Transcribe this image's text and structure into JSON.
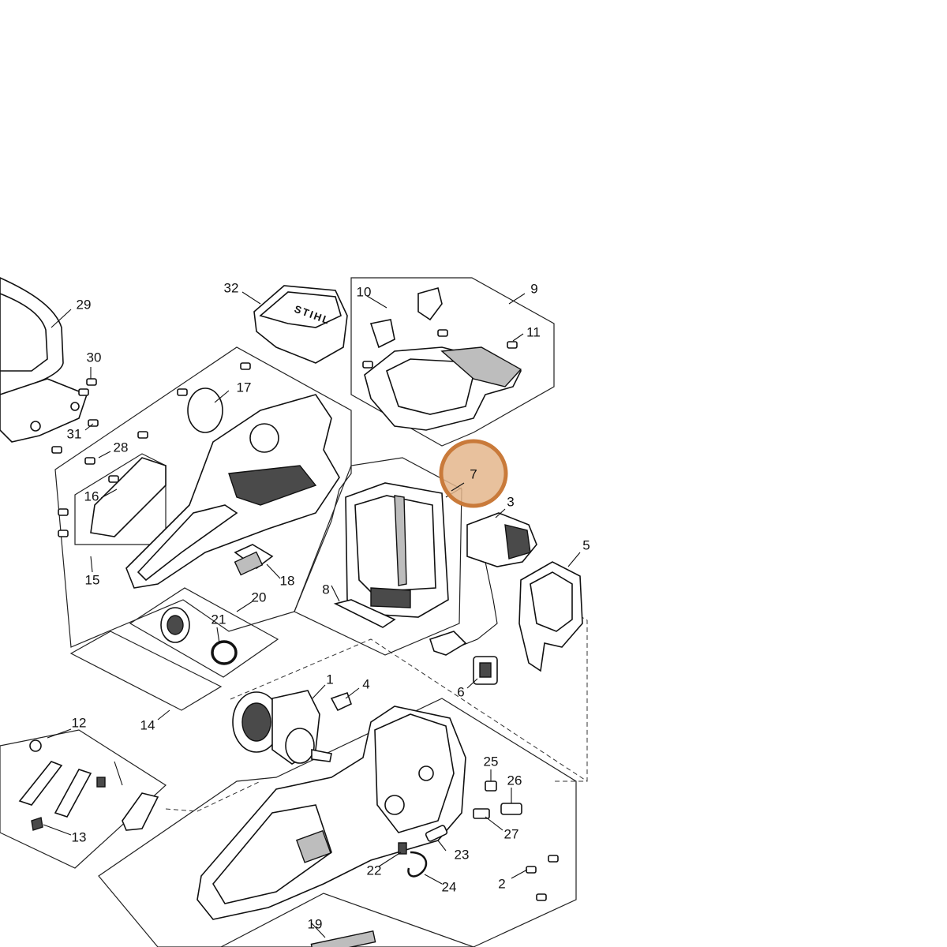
{
  "diagram": {
    "highlighted_callout": "7",
    "brand_mark": "STIHL",
    "callouts": [
      "1",
      "2",
      "3",
      "4",
      "5",
      "6",
      "7",
      "8",
      "9",
      "10",
      "11",
      "12",
      "13",
      "14",
      "15",
      "16",
      "17",
      "18",
      "19",
      "20",
      "21",
      "22",
      "23",
      "24",
      "25",
      "26",
      "27",
      "28",
      "29",
      "30",
      "31",
      "32"
    ],
    "colors": {
      "highlight_fill": "#e4b68c",
      "highlight_stroke": "#c97a3a",
      "line": "#111111"
    }
  }
}
